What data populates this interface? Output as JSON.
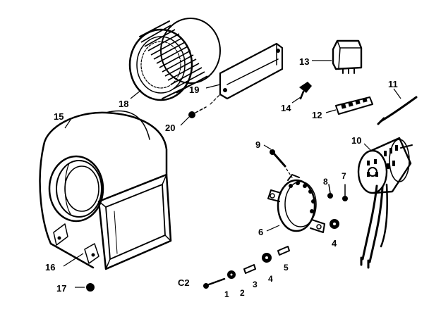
{
  "callouts": {
    "c1": "1",
    "c2": "2",
    "c3": "3",
    "c4a": "4",
    "c4b": "4",
    "c5": "5",
    "c6": "6",
    "c7": "7",
    "c8": "8",
    "c9": "9",
    "c10": "10",
    "c11": "11",
    "c12": "12",
    "c13": "13",
    "c14": "14",
    "c15": "15",
    "c16": "16",
    "c17": "17",
    "c18": "18",
    "c19": "19",
    "c20": "20",
    "cC2": "C2"
  }
}
